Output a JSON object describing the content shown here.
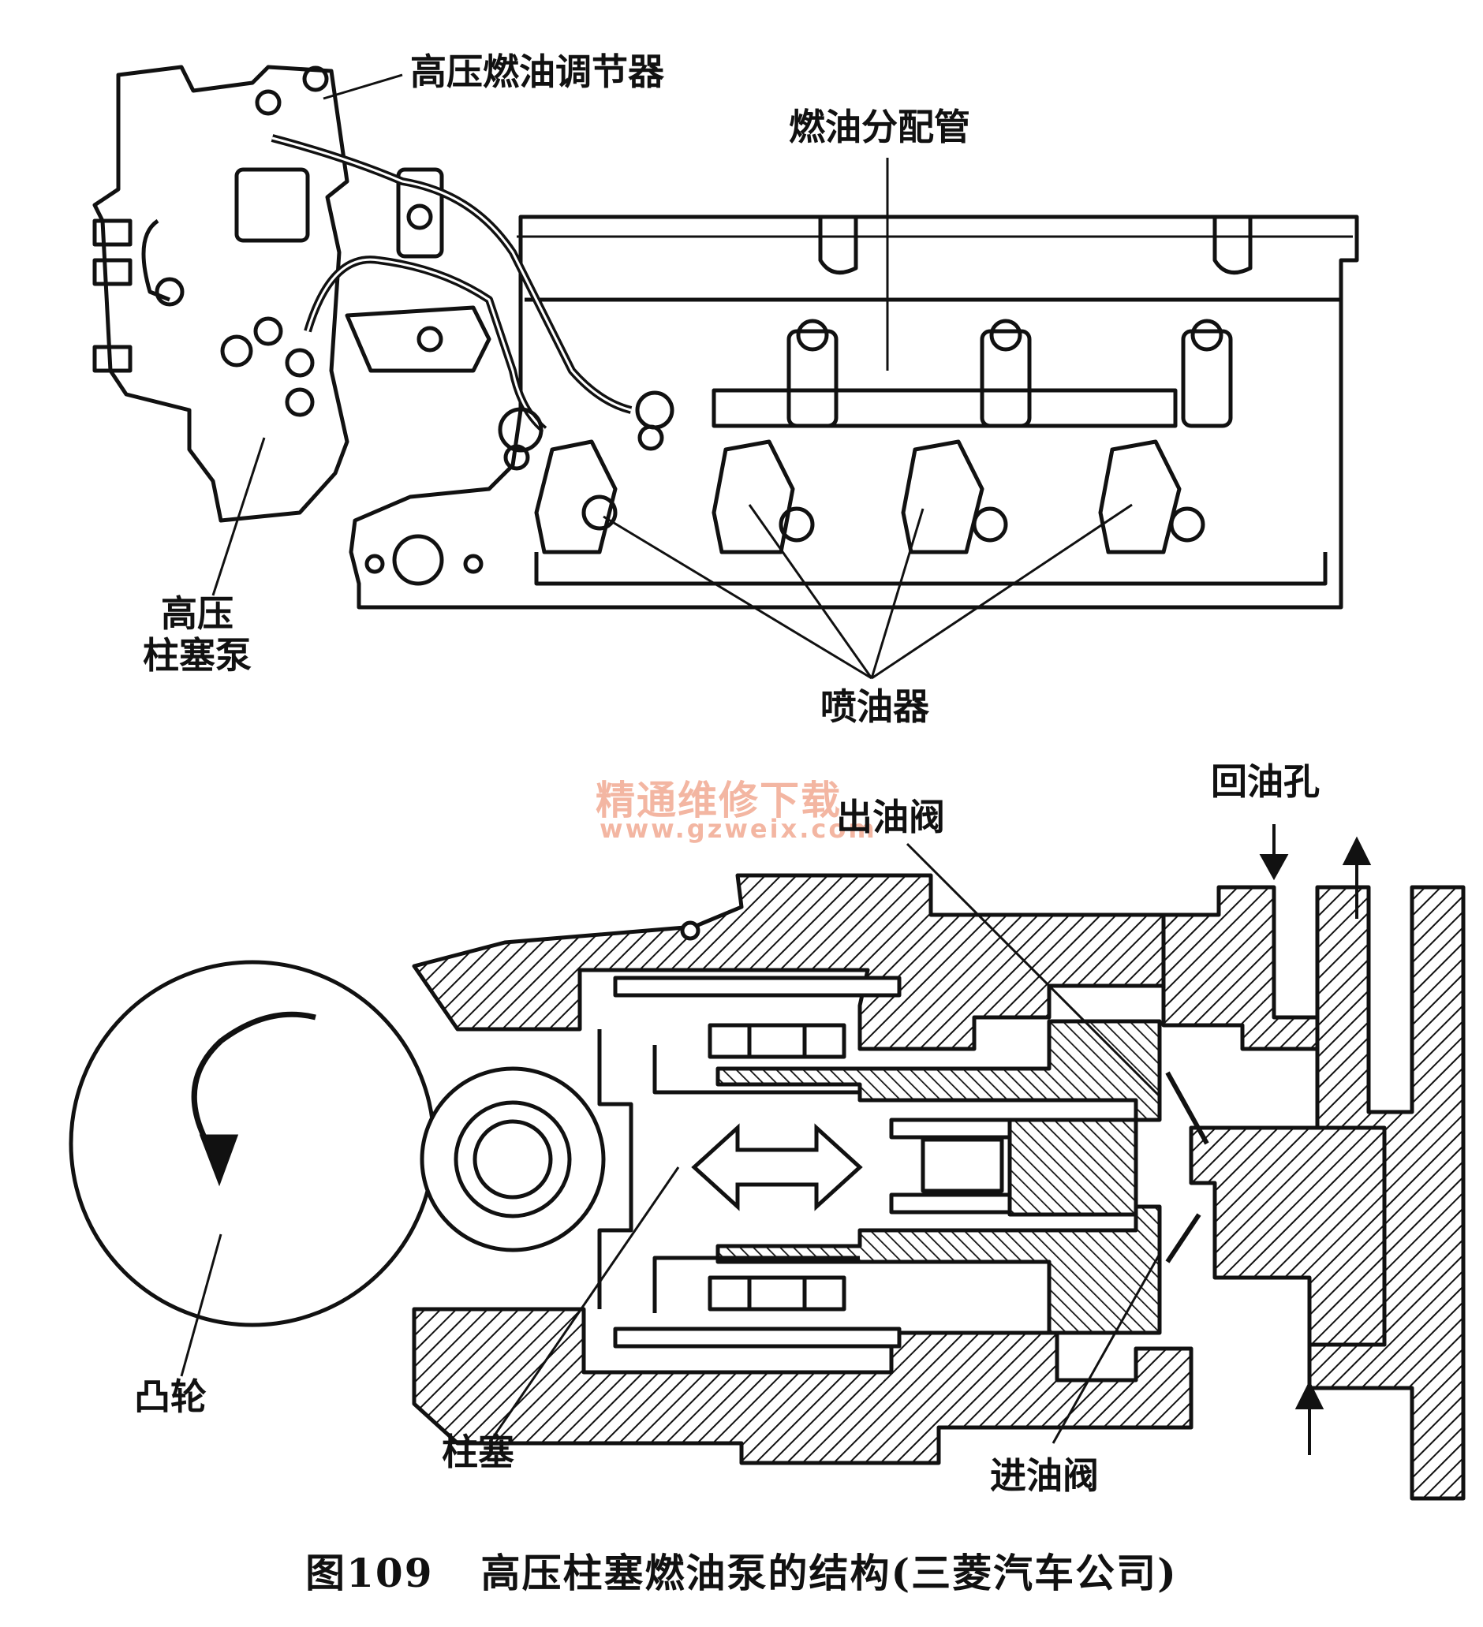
{
  "labels": {
    "regulator": "高压燃油调节器",
    "rail": "燃油分配管",
    "pump_line1": "高压",
    "pump_line2": "柱塞泵",
    "injector": "喷油器",
    "return_hole": "回油孔",
    "outlet_valve": "出油阀",
    "cam": "凸轮",
    "plunger": "柱塞",
    "inlet_valve": "进油阀"
  },
  "watermark": {
    "line1": "精通维修下载",
    "line2": "www.gzweix.com"
  },
  "caption": {
    "figure": "图109",
    "title": "高压柱塞燃油泵的结构(三菱汽车公司)"
  },
  "icons": [
    "cam-rotation-arrow-icon",
    "plunger-motion-arrow-icon",
    "fuel-flow-arrow-icon"
  ]
}
